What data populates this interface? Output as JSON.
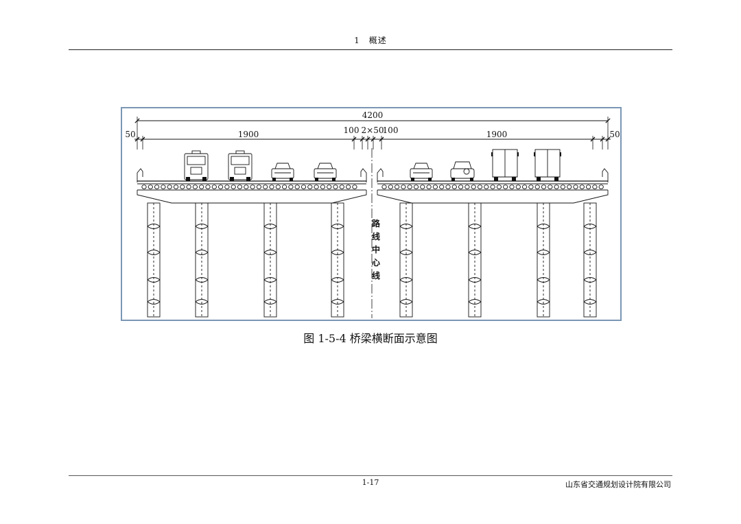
{
  "header": {
    "title": "1　概述"
  },
  "figure": {
    "total_width": "4200",
    "dims": {
      "left_edge": "50",
      "left_carriageway": "1900",
      "median_left": "100",
      "median_center": "2×50",
      "median_right": "100",
      "right_carriageway": "1900",
      "right_edge": "50"
    },
    "centerline_label": [
      "路",
      "线",
      "中",
      "心",
      "线"
    ],
    "caption": "图 1-5-4 桥梁横断面示意图"
  },
  "footer": {
    "page": "1-17",
    "org": "山东省交通规划设计院有限公司"
  }
}
